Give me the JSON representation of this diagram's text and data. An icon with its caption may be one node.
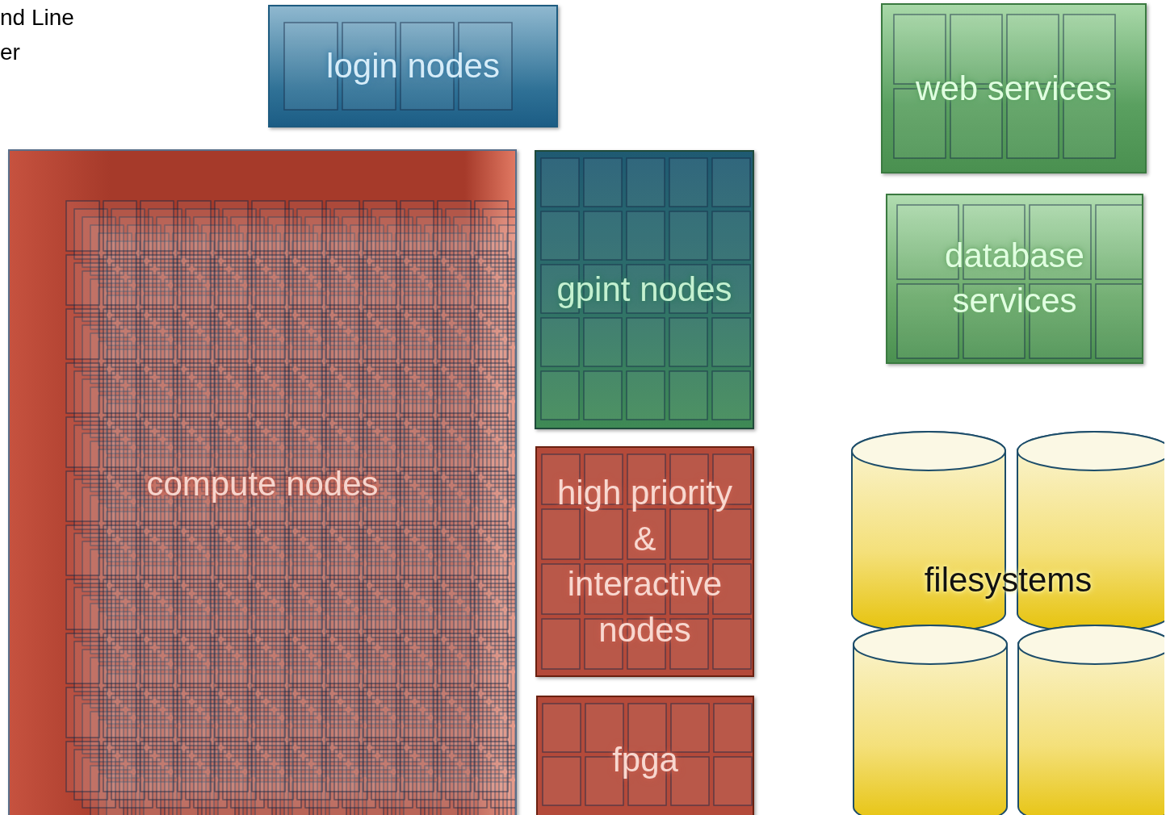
{
  "diagram": {
    "nodes": [
      {
        "text": [
          "login nodes"
        ]
      },
      {
        "text": [
          "compute nodes"
        ]
      },
      {
        "text": [
          "gpint nodes"
        ]
      },
      {
        "text": [
          "high priority & interactive nodes"
        ]
      },
      {
        "text": [
          "fpga"
        ]
      },
      {
        "text": [
          "web services"
        ]
      },
      {
        "text": [
          "database services"
        ]
      },
      {
        "text": [
          "filesystems"
        ]
      }
    ],
    "labels": [
      "nd Line er"
    ]
  }
}
